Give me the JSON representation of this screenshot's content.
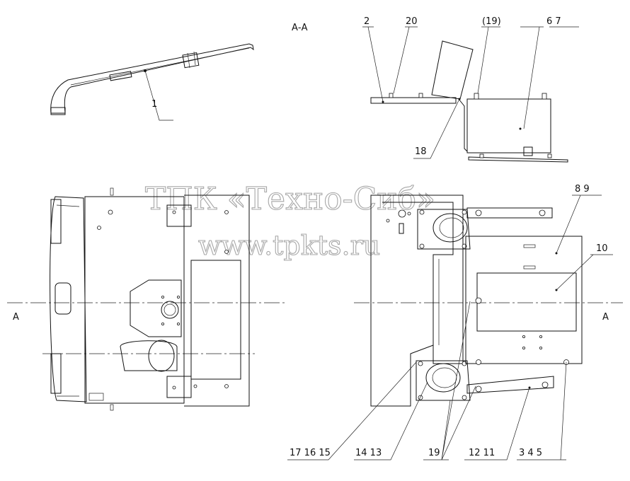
{
  "section": {
    "name": "А-А",
    "marker_left": "А",
    "marker_right": "А"
  },
  "watermark": {
    "line1": "ТПК «Техно-Сиб»",
    "line2": "www.tpkts.ru"
  },
  "callouts": {
    "c1": "1",
    "c2": "2",
    "c20": "20",
    "c19p": "(19)",
    "c67": "6 7",
    "c18": "18",
    "c89": "8 9",
    "c10": "10",
    "c171615": "17 16 15",
    "c1413": "14 13",
    "c19": "19",
    "c1211": "12 11",
    "c345": "3 4 5"
  }
}
